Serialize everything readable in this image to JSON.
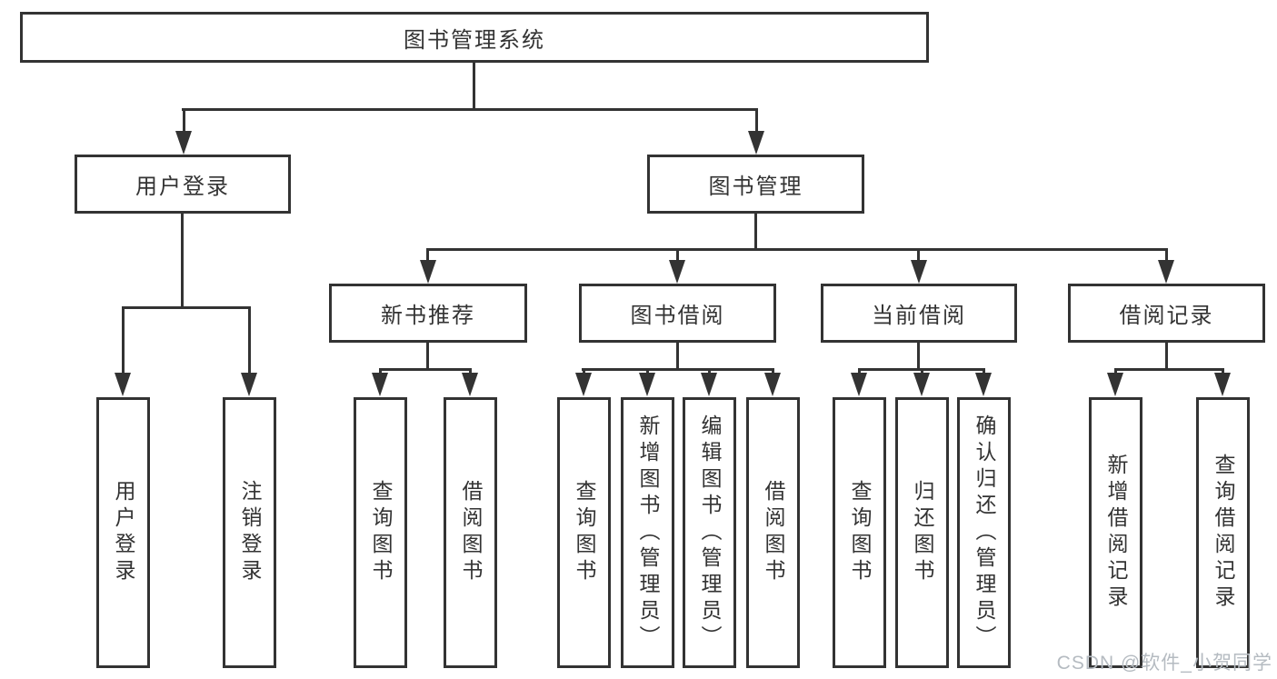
{
  "diagram": {
    "title": "图书管理系统",
    "level2": [
      {
        "label": "用户登录",
        "children": [
          {
            "label": "用户登录"
          },
          {
            "label": "注销登录"
          }
        ]
      },
      {
        "label": "图书管理",
        "children": [
          {
            "label": "新书推荐",
            "children": [
              {
                "label": "查询图书"
              },
              {
                "label": "借阅图书"
              }
            ]
          },
          {
            "label": "图书借阅",
            "children": [
              {
                "label": "查询图书"
              },
              {
                "label": "新增图书（管理员）"
              },
              {
                "label": "编辑图书（管理员）"
              },
              {
                "label": "借阅图书"
              }
            ]
          },
          {
            "label": "当前借阅",
            "children": [
              {
                "label": "查询图书"
              },
              {
                "label": "归还图书"
              },
              {
                "label": "确认归还（管理员）"
              }
            ]
          },
          {
            "label": "借阅记录",
            "children": [
              {
                "label": "新增借阅记录"
              },
              {
                "label": "查询借阅记录"
              }
            ]
          }
        ]
      }
    ]
  },
  "watermark": {
    "text": "CSDN @软件_小贺同学"
  },
  "colors": {
    "line": "#333333",
    "text": "#333333",
    "watermark": "#b5bbc1",
    "background": "#ffffff"
  }
}
